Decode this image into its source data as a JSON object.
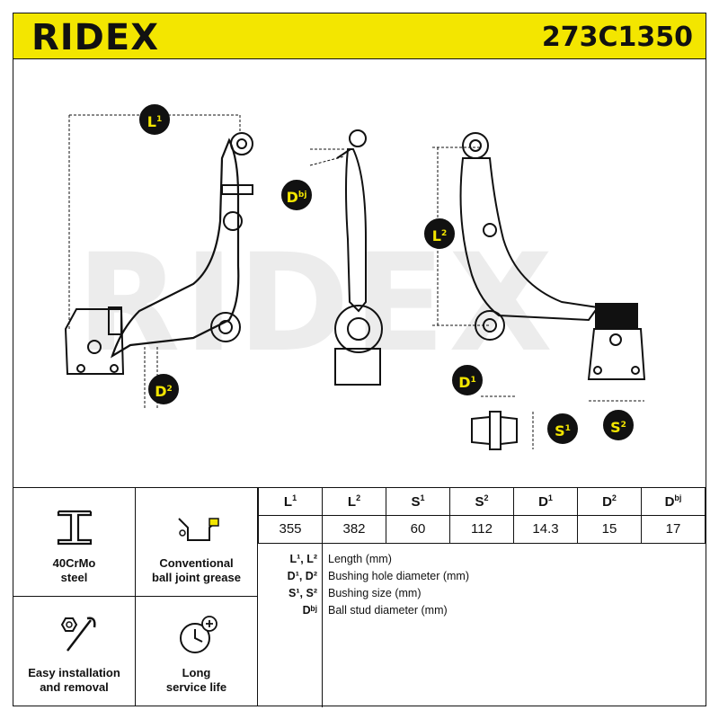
{
  "brand": "RIDEX",
  "part_number": "273C1350",
  "watermark": "RIDEX",
  "dimension_badges": {
    "L1": {
      "base": "L",
      "sup": "1"
    },
    "L2": {
      "base": "L",
      "sup": "2"
    },
    "D1": {
      "base": "D",
      "sup": "1"
    },
    "D2": {
      "base": "D",
      "sup": "2"
    },
    "S1": {
      "base": "S",
      "sup": "1"
    },
    "S2": {
      "base": "S",
      "sup": "2"
    },
    "Dbj": {
      "base": "D",
      "sup": "bj"
    }
  },
  "features": [
    {
      "icon": "i-beam-icon",
      "label": "40CrMo\nsteel"
    },
    {
      "icon": "grease-can-icon",
      "label": "Conventional\nball joint grease"
    },
    {
      "icon": "wrench-nut-icon",
      "label": "Easy installation\nand removal"
    },
    {
      "icon": "clock-plus-icon",
      "label": "Long\nservice life"
    }
  ],
  "spec_table": {
    "headers": [
      {
        "base": "L",
        "sup": "1"
      },
      {
        "base": "L",
        "sup": "2"
      },
      {
        "base": "S",
        "sup": "1"
      },
      {
        "base": "S",
        "sup": "2"
      },
      {
        "base": "D",
        "sup": "1"
      },
      {
        "base": "D",
        "sup": "2"
      },
      {
        "base": "D",
        "sup": "bj"
      }
    ],
    "values": [
      "355",
      "382",
      "60",
      "112",
      "14.3",
      "15",
      "17"
    ]
  },
  "legend": [
    {
      "key": "L¹, L²",
      "desc": "Length (mm)"
    },
    {
      "key": "D¹, D²",
      "desc": "Bushing hole diameter (mm)"
    },
    {
      "key": "S¹, S²",
      "desc": "Bushing size (mm)"
    },
    {
      "key": "Dᵇʲ",
      "desc": "Ball stud diameter (mm)"
    }
  ],
  "colors": {
    "accent": "#f3e600",
    "ink": "#111111"
  }
}
